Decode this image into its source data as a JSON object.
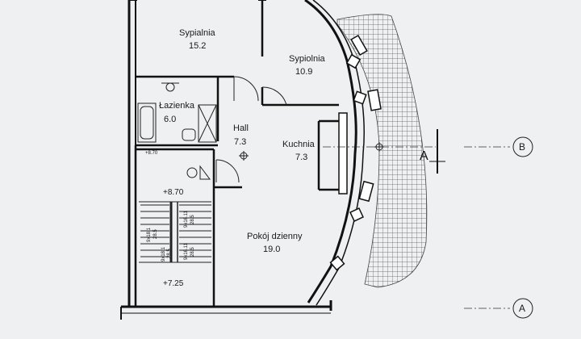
{
  "rooms": {
    "bedroom1": {
      "name": "Sypialnia",
      "area": "15.2"
    },
    "bedroom2": {
      "name": "Sypiolnia",
      "area": "10.9"
    },
    "bathroom": {
      "name": "Łazienka",
      "area": "6.0"
    },
    "hall": {
      "name": "Hall",
      "area": "7.3"
    },
    "kitchen": {
      "name": "Kuchnia",
      "area": "7.3"
    },
    "living": {
      "name": "Pokój dzienny",
      "area": "19.0"
    }
  },
  "levels": {
    "stair_top": "+8.70",
    "stair_bottom": "+7.25",
    "small_top": "+8.70"
  },
  "stair_notes": {
    "left_a": "9x18.1",
    "left_b": "28.5",
    "left_c": "9x18.1",
    "left_d": "28.5",
    "right_a": "9x16.11",
    "right_b": "28.5",
    "right_c": "9x16.11",
    "right_d": "28.5"
  },
  "axes": {
    "upper": "B",
    "lower": "A"
  },
  "section_marker": "A"
}
